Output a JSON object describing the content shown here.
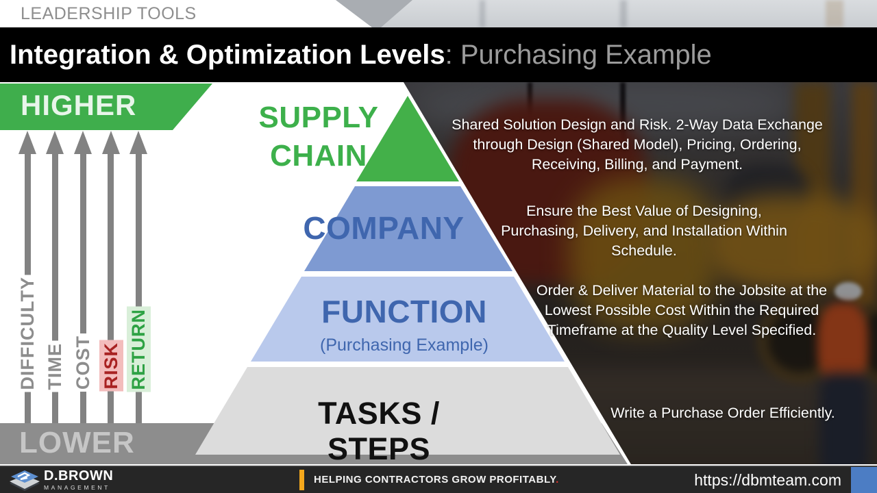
{
  "slide": {
    "eyebrow": "LEADERSHIP TOOLS",
    "title": {
      "bold": "Integration & Optimization Levels",
      "rest": ": Purchasing Example"
    }
  },
  "axis": {
    "higher_label": "HIGHER",
    "lower_label": "LOWER",
    "factors": [
      {
        "label": "DIFFICULTY",
        "kind": "neutral"
      },
      {
        "label": "TIME",
        "kind": "neutral"
      },
      {
        "label": "COST",
        "kind": "neutral"
      },
      {
        "label": "RISK",
        "kind": "risk"
      },
      {
        "label": "RETURN",
        "kind": "return"
      }
    ]
  },
  "pyramid": {
    "levels": [
      {
        "label": "SUPPLY CHAIN",
        "label_lines": [
          "SUPPLY",
          "CHAIN"
        ],
        "description": "Shared Solution Design and Risk. 2-Way Data Exchange through Design (Shared Model), Pricing, Ordering, Receiving, Billing, and Payment."
      },
      {
        "label": "COMPANY",
        "description": "Ensure the Best Value of Designing, Purchasing, Delivery, and Installation Within Schedule."
      },
      {
        "label": "FUNCTION",
        "sublabel": "(Purchasing Example)",
        "description": "Order & Deliver Material to the Jobsite at the Lowest Possible Cost Within the Required Timeframe at the Quality Level Specified."
      },
      {
        "label": "TASKS / STEPS",
        "description": "Write a Purchase Order Efficiently."
      }
    ]
  },
  "footer": {
    "brand": "D.BROWN",
    "brand_sub": "MANAGEMENT",
    "tagline": "HELPING CONTRACTORS GROW PROFITABLY",
    "tagline_period": ".",
    "url": "https://dbmteam.com"
  },
  "colors": {
    "supply_green": "#3fae4c",
    "company_fill": "#7e9ad2",
    "function_fill": "#b9c9ec",
    "tasks_fill": "#dcdcdc",
    "level_text_blue": "#3f66ae",
    "risk_text": "#a82222",
    "risk_bg": "#f3bcbc",
    "return_text": "#2ea244",
    "return_bg": "#d9efd9",
    "footer_accent_yellow": "#f5a81c",
    "footer_accent_blue": "#4c7dc4"
  }
}
